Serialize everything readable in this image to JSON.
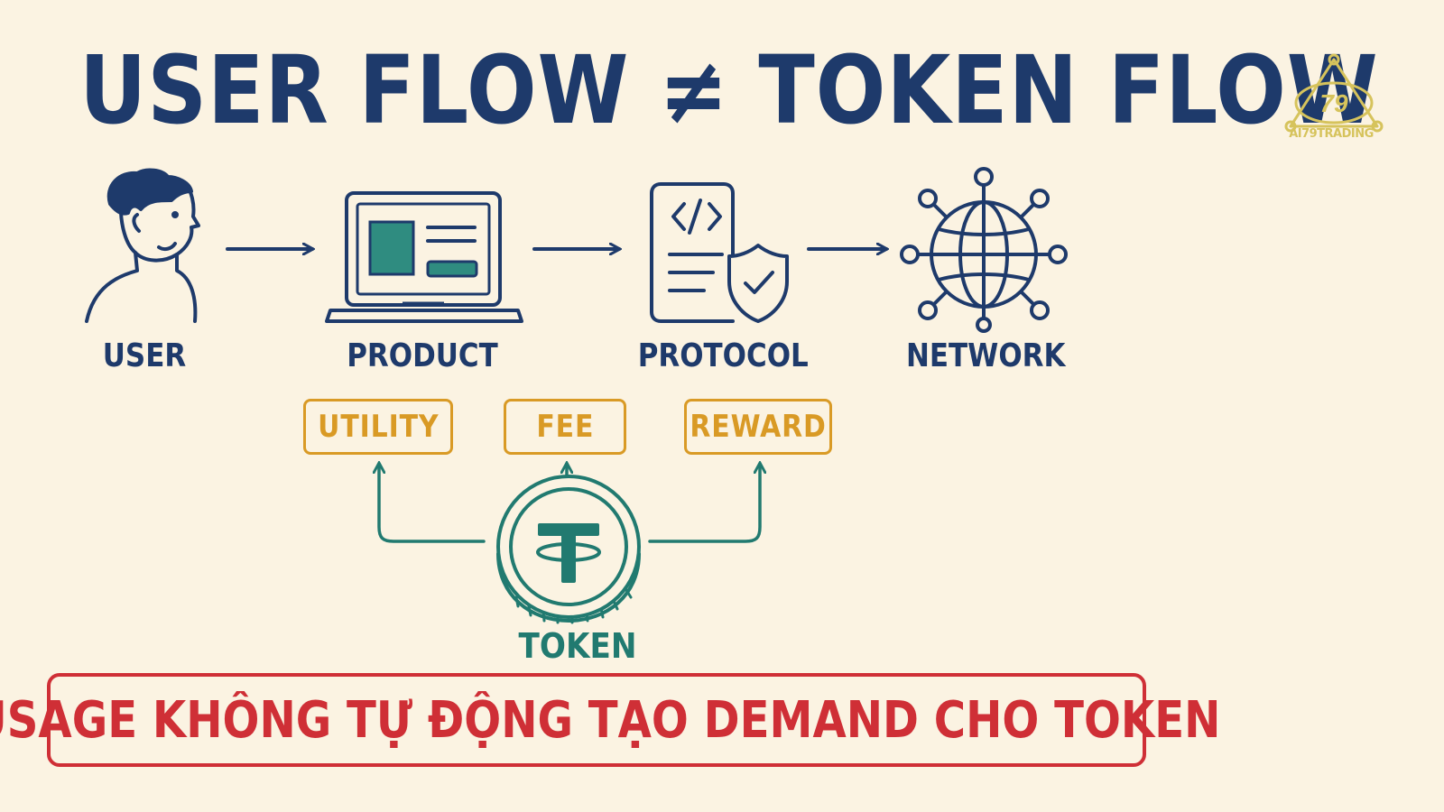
{
  "title": "USER FLOW ≠ TOKEN FLOW",
  "logo": {
    "mark": "79",
    "text": "AI79TRADING",
    "color": "#d6c35c"
  },
  "nodes": [
    {
      "id": "user",
      "label": "USER",
      "icon": "user-icon"
    },
    {
      "id": "product",
      "label": "PRODUCT",
      "icon": "laptop-icon"
    },
    {
      "id": "protocol",
      "label": "PROTOCOL",
      "icon": "document-shield-icon"
    },
    {
      "id": "network",
      "label": "NETWORK",
      "icon": "globe-network-icon"
    }
  ],
  "token": {
    "label": "TOKEN",
    "icon": "tether-coin-icon"
  },
  "token_uses": [
    "UTILITY",
    "FEE",
    "REWARD"
  ],
  "banner": "USAGE KHÔNG TỰ ĐỘNG TẠO DEMAND CHO TOKEN",
  "colors": {
    "background": "#fbf3e2",
    "primary": "#1e3a6b",
    "accent_orange": "#d99a25",
    "token_green": "#217a70",
    "alert_red": "#cf2f36"
  }
}
